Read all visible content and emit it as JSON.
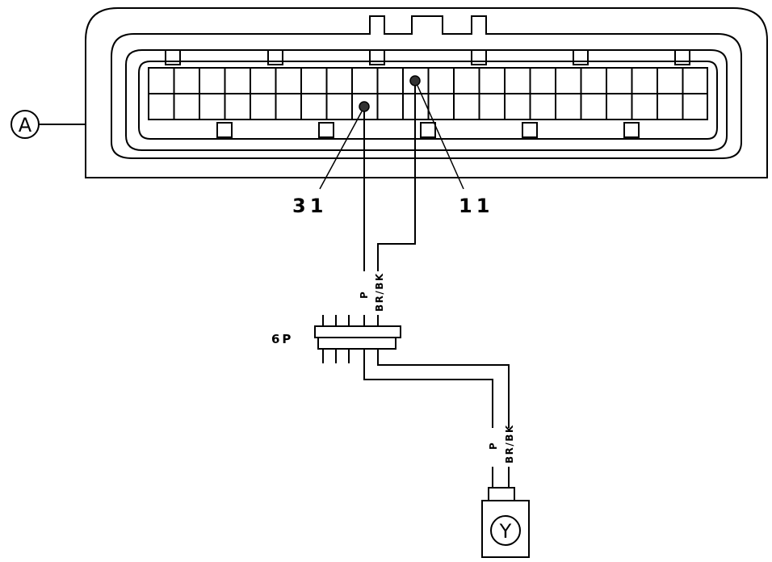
{
  "diagram": {
    "connector_label": "A",
    "sensor_label": "Y",
    "joint_label": "6P",
    "pins": [
      {
        "number": "31",
        "wire": "P"
      },
      {
        "number": "11",
        "wire": "BR/BK"
      }
    ],
    "wire_labels_upper": [
      "P",
      "BR/BK"
    ],
    "wire_labels_lower": [
      "P",
      "BR/BK"
    ]
  }
}
